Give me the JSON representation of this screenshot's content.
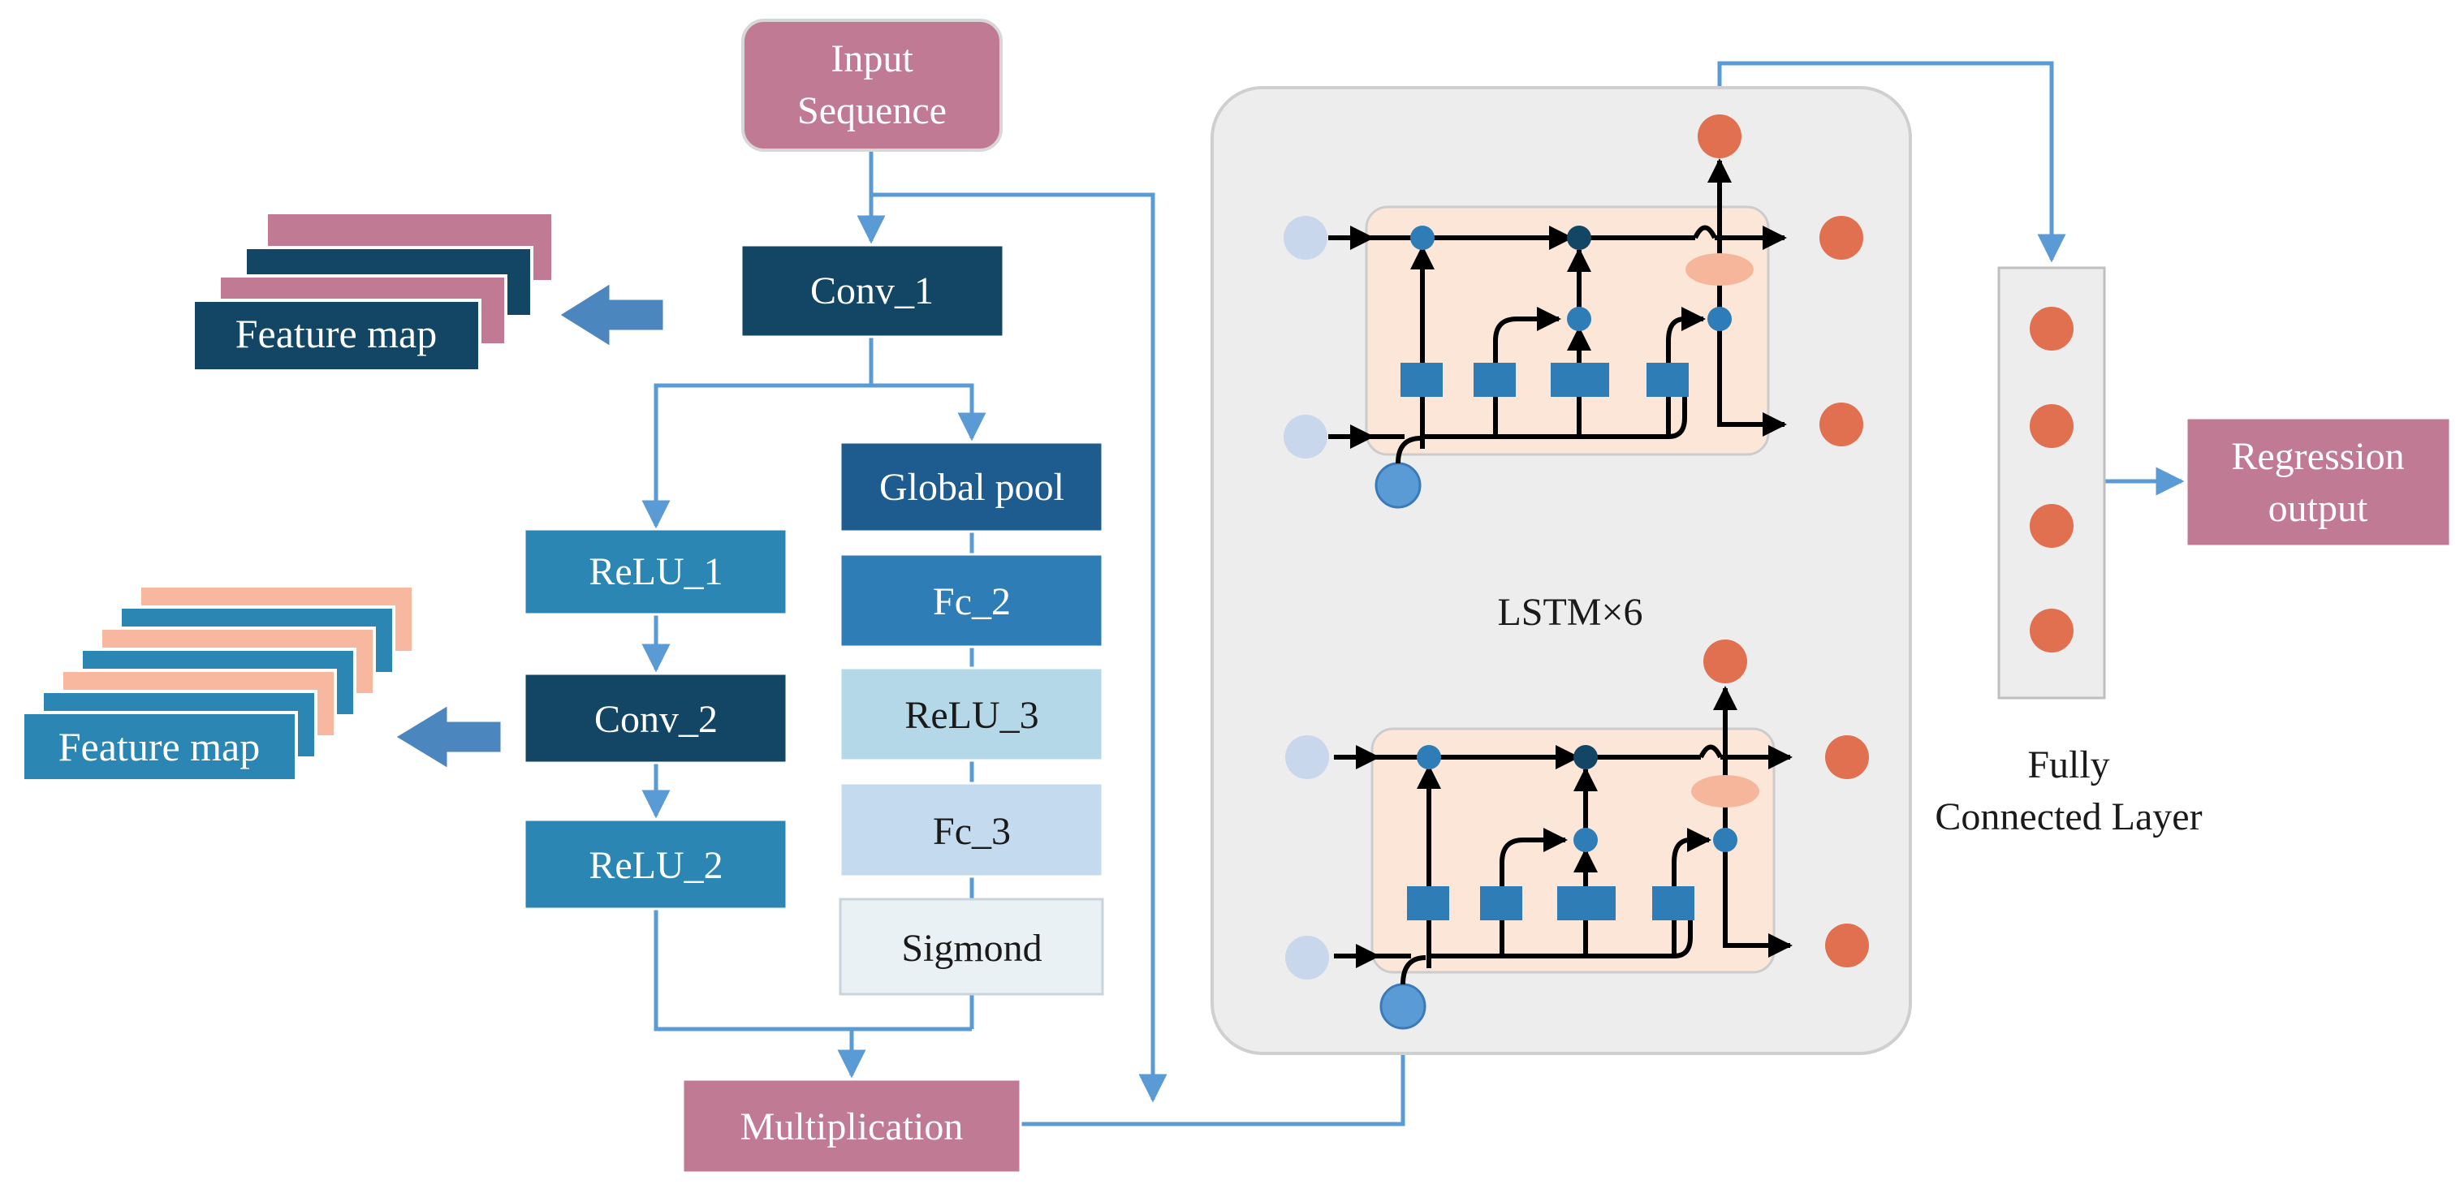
{
  "nodes": {
    "input": [
      "Input",
      "Sequence"
    ],
    "conv1": "Conv_1",
    "relu1": "ReLU_1",
    "conv2": "Conv_2",
    "relu2": "ReLU_2",
    "global_pool": "Global pool",
    "fc2": "Fc_2",
    "relu3": "ReLU_3",
    "fc3": "Fc_3",
    "sigmoid": "Sigmond",
    "multiplication": "Multiplication",
    "feature_map_top": "Feature map",
    "feature_map_bottom": "Feature map",
    "lstm_label": "LSTM×6",
    "fc_layer_label": [
      "Fully",
      "Connected Layer"
    ],
    "regression": [
      "Regression",
      "output"
    ]
  },
  "colors": {
    "pink": "#C17A93",
    "navy": "#124664",
    "teal": "#2C86B4",
    "royal": "#1E5B8F",
    "mid_blue": "#2F7DB6",
    "light_blue": "#B5D8E8",
    "pale_blue": "#C4DAEF",
    "very_pale": "#EAF1F5",
    "peach": "#F7B89F",
    "arrow": "#5B9BD5",
    "orange_node": "#E07050",
    "cell_bg": "#FCE6D8",
    "panel_bg": "#EDEDED"
  }
}
